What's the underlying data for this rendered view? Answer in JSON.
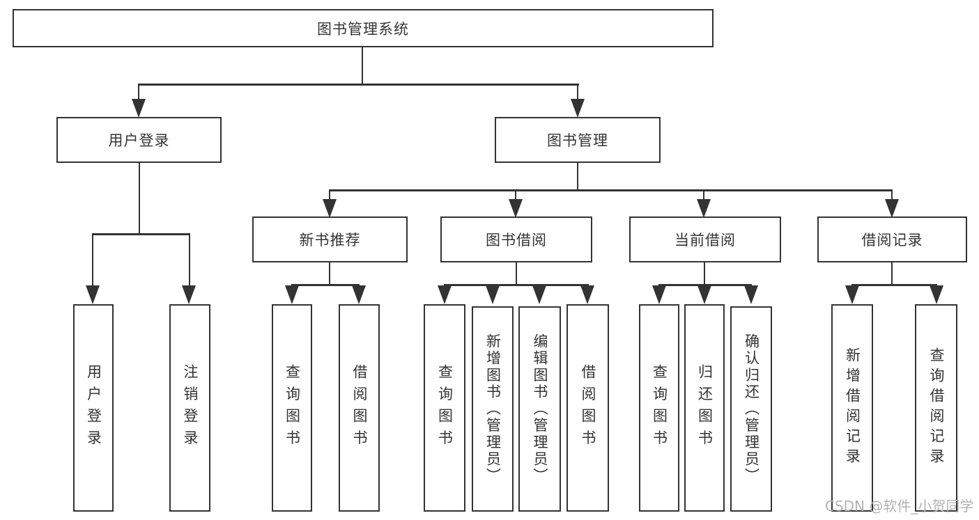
{
  "diagram": {
    "root": "图书管理系统",
    "level2": {
      "user_login": "用户登录",
      "book_mgmt": "图书管理"
    },
    "level3": {
      "new_book": "新书推荐",
      "borrow": "图书借阅",
      "current": "当前借阅",
      "records": "借阅记录"
    },
    "leaves": {
      "ul1": "用户登录",
      "ul2": "注销登录",
      "nb1": "查询图书",
      "nb2": "借阅图书",
      "bw1": "查询图书",
      "bw2": "新增图书（管理员）",
      "bw3": "编辑图书（管理员）",
      "bw4": "借阅图书",
      "cu1": "查询图书",
      "cu2": "归还图书",
      "cu3": "确认归还（管理员）",
      "rc1": "新增借阅记录",
      "rc2": "查询借阅记录"
    },
    "watermark": "CSDN @软件_小贺同学",
    "colors": {
      "line": "#333333",
      "watermark": "#b2b2b2",
      "background": "#ffffff"
    }
  }
}
